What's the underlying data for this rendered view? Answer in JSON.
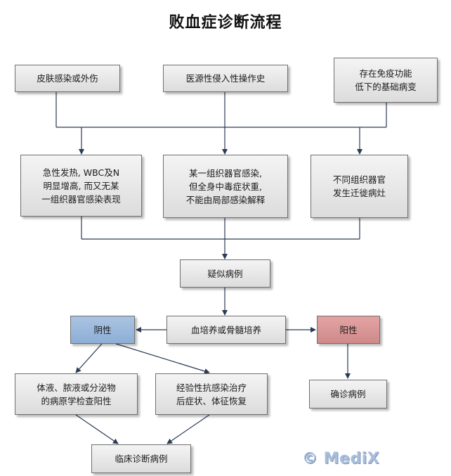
{
  "title": "败血症诊断流程",
  "risk_factors": [
    {
      "lines": [
        "皮肤感染或外伤"
      ]
    },
    {
      "lines": [
        "医源性侵入性操作史"
      ]
    },
    {
      "lines": [
        "存在免疫功能",
        "低下的基础病变"
      ]
    }
  ],
  "presentations": [
    {
      "lines": [
        "急性发热, WBC及N",
        "明显增高, 而又无某",
        "一组织器官感染表现"
      ]
    },
    {
      "lines": [
        "某一组织器官感染,",
        "但全身中毒症状重,",
        "不能由局部感染解释"
      ]
    },
    {
      "lines": [
        "不同组织器官",
        "发生迁徙病灶"
      ]
    }
  ],
  "suspected": "疑似病例",
  "culture": "血培养或骨髓培养",
  "negative": "阴性",
  "positive": "阳性",
  "negative_outcomes": [
    {
      "lines": [
        "体液、脓液或分泌物",
        "的病原学检查阳性"
      ]
    },
    {
      "lines": [
        "经验性抗感染治疗",
        "后症状、体征恢复"
      ]
    }
  ],
  "confirmed": "确诊病例",
  "clinical": "临床诊断病例",
  "watermark": "© MediX",
  "colors": {
    "line": "#2b3a55",
    "negative_fill": "#9bb7dc",
    "positive_fill": "#d99595",
    "box_fill": "#e6e6e6"
  }
}
